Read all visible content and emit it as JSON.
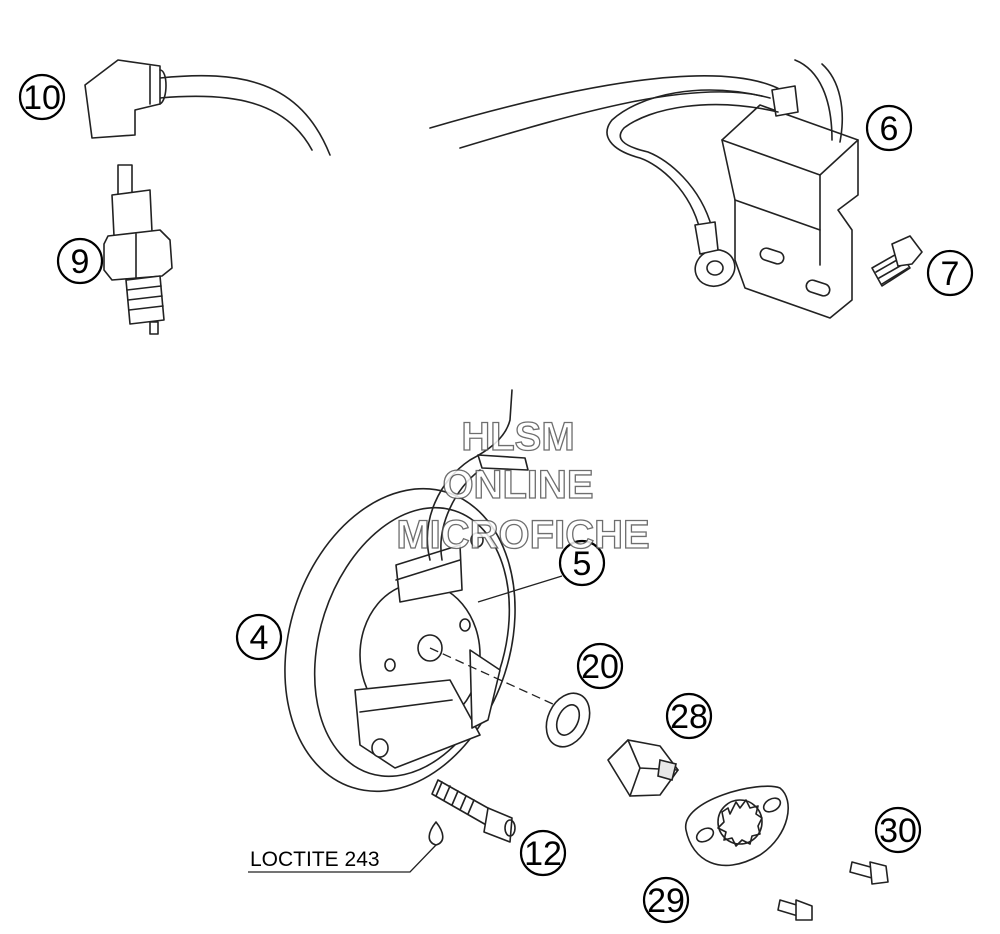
{
  "watermark": {
    "line1": "HLSM",
    "line2": "ONLINE",
    "line3": "MICROFICHE"
  },
  "note": {
    "text": "LOCTITE 243"
  },
  "callouts": [
    {
      "id": "c10",
      "label": "10"
    },
    {
      "id": "c9",
      "label": "9"
    },
    {
      "id": "c6",
      "label": "6"
    },
    {
      "id": "c7",
      "label": "7"
    },
    {
      "id": "c5",
      "label": "5"
    },
    {
      "id": "c4",
      "label": "4"
    },
    {
      "id": "c20",
      "label": "20"
    },
    {
      "id": "c28",
      "label": "28"
    },
    {
      "id": "c12",
      "label": "12"
    },
    {
      "id": "c30",
      "label": "30"
    },
    {
      "id": "c29",
      "label": "29"
    }
  ]
}
